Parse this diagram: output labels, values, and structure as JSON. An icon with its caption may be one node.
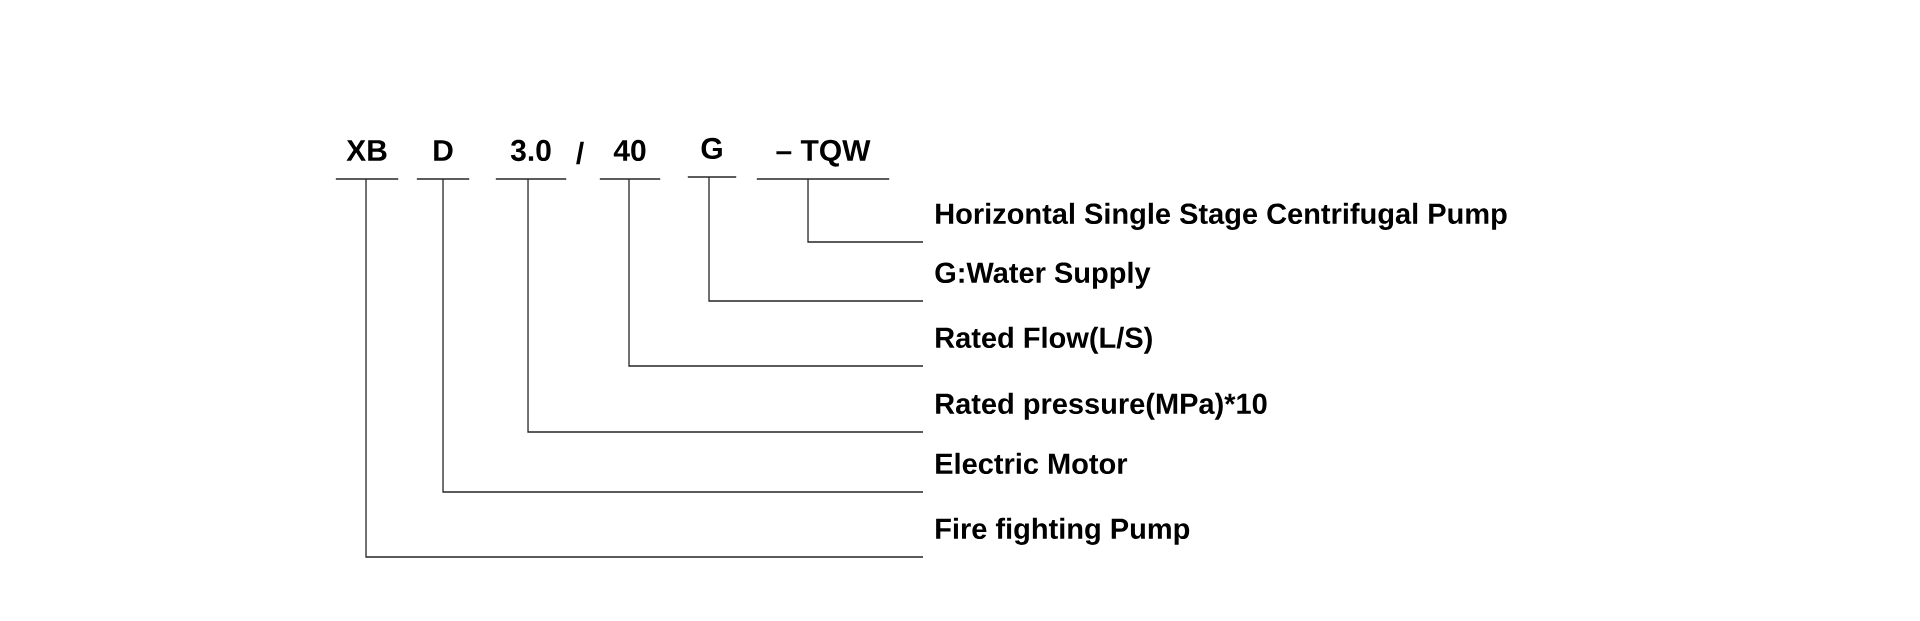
{
  "diagram": {
    "nodes": [
      {
        "text": [
          "XB"
        ]
      },
      {
        "text": [
          "D"
        ]
      },
      {
        "text": [
          "3.0"
        ]
      },
      {
        "text": [
          "40"
        ]
      },
      {
        "text": [
          "G"
        ]
      },
      {
        "text": [
          "– TQW"
        ]
      },
      {
        "text": [
          "Horizontal Single Stage Centrifugal Pump"
        ]
      },
      {
        "text": [
          "G:Water Supply"
        ]
      },
      {
        "text": [
          "Rated Flow(L/S)"
        ]
      },
      {
        "text": [
          "Rated pressure(MPa)*10"
        ]
      },
      {
        "text": [
          "Electric Motor"
        ]
      },
      {
        "text": [
          "Fire fighting Pump"
        ]
      }
    ],
    "edges": [
      {
        "from": 5,
        "to": 6,
        "arrow": "none"
      },
      {
        "from": 4,
        "to": 7,
        "arrow": "none"
      },
      {
        "from": 3,
        "to": 8,
        "arrow": "none"
      },
      {
        "from": 2,
        "to": 9,
        "arrow": "none"
      },
      {
        "from": 1,
        "to": 10,
        "arrow": "none"
      },
      {
        "from": 0,
        "to": 11,
        "arrow": "none"
      }
    ],
    "labels": [
      "/"
    ]
  }
}
